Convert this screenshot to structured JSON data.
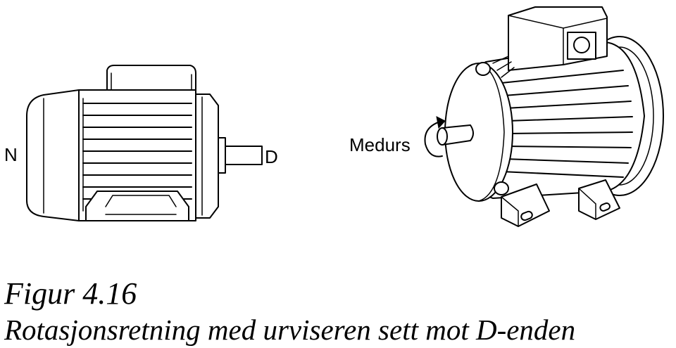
{
  "labels": {
    "n_end": "N",
    "d_end": "D",
    "rotation": "Medurs"
  },
  "caption": {
    "figure_number": "Figur 4.16",
    "text": "Rotasjonsretning med urviseren sett mot D-enden"
  }
}
